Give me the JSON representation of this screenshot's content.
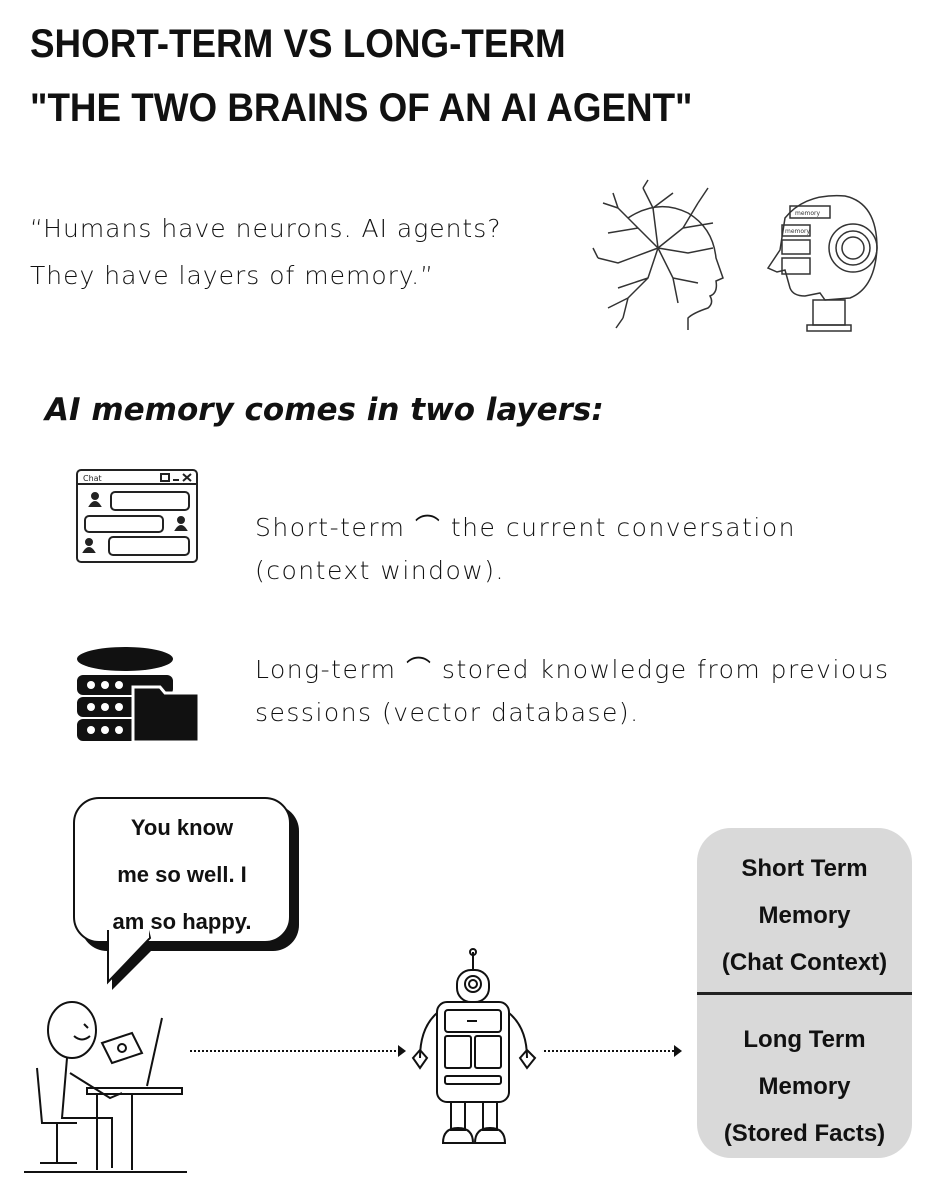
{
  "title": {
    "line1": "SHORT-TERM VS LONG-TERM",
    "line2": "\"THE TWO BRAINS OF AN AI AGENT\""
  },
  "quote": {
    "line1": "“Humans have neurons. AI agents?",
    "line2": "They have layers of memory.”"
  },
  "illustrations": {
    "robot_head_labels": [
      "memory",
      "memory"
    ]
  },
  "subheading": "AI memory comes in two layers:",
  "layers": [
    {
      "icon": "chat-window-icon",
      "chat_window_title": "Chat",
      "line1": "Short-term ⌒ the current conversation",
      "line2": "(context window)."
    },
    {
      "icon": "database-folder-icon",
      "line1": "Long-term ⌒ stored knowledge from previous",
      "line2": "sessions (vector database)."
    }
  ],
  "speech_bubble": {
    "line1": "You know",
    "line2": "me so well. I",
    "line3": "am so happy."
  },
  "memory_box": {
    "short": {
      "line1": "Short Term",
      "line2": "Memory",
      "line3": "(Chat Context)"
    },
    "long": {
      "line1": "Long Term",
      "line2": "Memory",
      "line3": "(Stored Facts)"
    },
    "color": "#d9d9d9"
  }
}
